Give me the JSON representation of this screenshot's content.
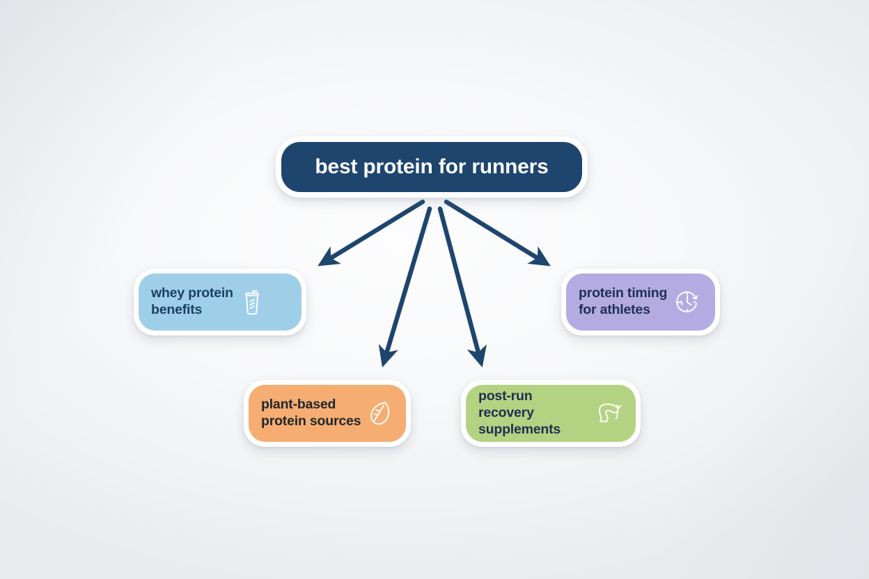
{
  "diagram": {
    "type": "mind-map",
    "background_color": "#f3f4f6",
    "root": {
      "label": "best protein for runners",
      "fill": "#1d456e",
      "text_color": "#ffffff"
    },
    "children": [
      {
        "id": "whey",
        "label": "whey protein\nbenefits",
        "fill": "#9fcfe8",
        "text_color": "#1d3f63",
        "icon": "shaker-bottle-icon"
      },
      {
        "id": "timing",
        "label": "protein timing\nfor athletes",
        "fill": "#b5abe3",
        "text_color": "#1f2f57",
        "icon": "clock-history-icon"
      },
      {
        "id": "plant",
        "label": "plant-based\nprotein sources",
        "fill": "#f5ad72",
        "text_color": "#21262c",
        "icon": "leaf-icon"
      },
      {
        "id": "recovery",
        "label": "post-run recovery\nsupplements",
        "fill": "#b4d382",
        "text_color": "#1f3050",
        "icon": "flexed-bicep-icon"
      }
    ],
    "connectors": {
      "color": "#1d456e",
      "style": "straight-arrow",
      "count": 4
    }
  }
}
